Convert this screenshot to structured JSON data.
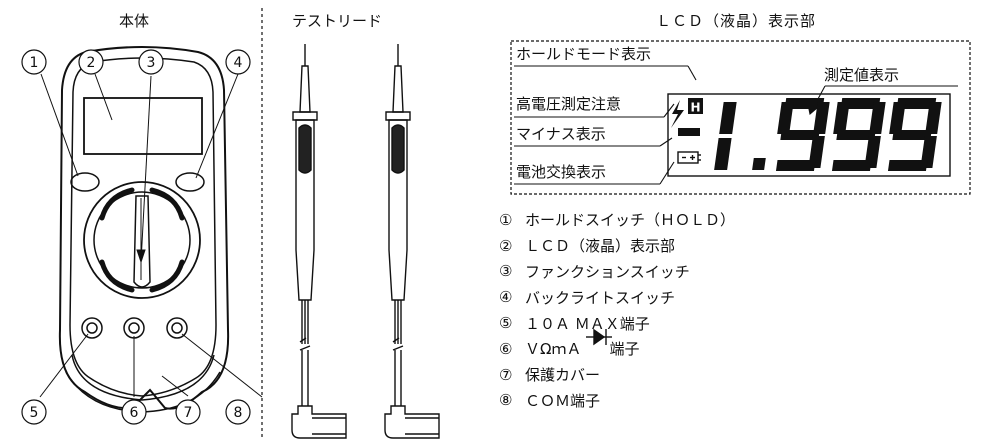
{
  "sections": {
    "body_title": "本体",
    "leads_title": "テストリード",
    "lcd_title": "ＬＣＤ（液晶）表示部"
  },
  "callout_numbers": [
    "①",
    "②",
    "③",
    "④",
    "⑤",
    "⑥",
    "⑦",
    "⑧"
  ],
  "lcd": {
    "labels": {
      "hold": "ホールドモード表示",
      "value": "測定値表示",
      "hv": "高電圧測定注意",
      "minus": "マイナス表示",
      "battery": "電池交換表示"
    },
    "hold_symbol": "H",
    "reading": "-1.999"
  },
  "legend": [
    {
      "num": "①",
      "text": "ホールドスイッチ（ＨＯＬＤ）"
    },
    {
      "num": "②",
      "text": "ＬＣＤ（液晶）表示部"
    },
    {
      "num": "③",
      "text": "ファンクションスイッチ"
    },
    {
      "num": "④",
      "text": "バックライトスイッチ"
    },
    {
      "num": "⑤",
      "text": "１０Ａ ＭＡＸ端子"
    },
    {
      "num": "⑥",
      "text": "ＶΩｍＡ"
    },
    {
      "num": "⑦",
      "text": "保護カバー"
    },
    {
      "num": "⑧",
      "text": "ＣＯＭ端子"
    }
  ],
  "legend_6_suffix": "端子"
}
